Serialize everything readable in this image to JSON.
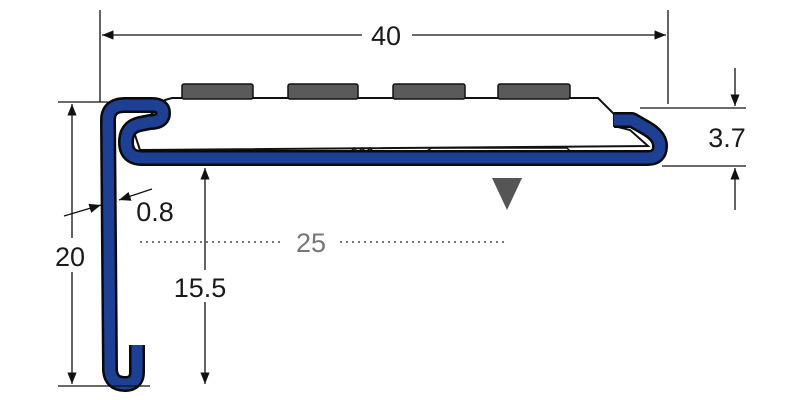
{
  "diagram": {
    "dimensions": {
      "width": "40",
      "height": "20",
      "lip": "3.7",
      "thickness": "0.8",
      "inner_height": "15.5",
      "tread_depth": "25"
    },
    "colors": {
      "profile": "#1d3f94",
      "outline": "#0a0a0a",
      "insert": "#5a5a5a",
      "marker": "#555555"
    }
  }
}
